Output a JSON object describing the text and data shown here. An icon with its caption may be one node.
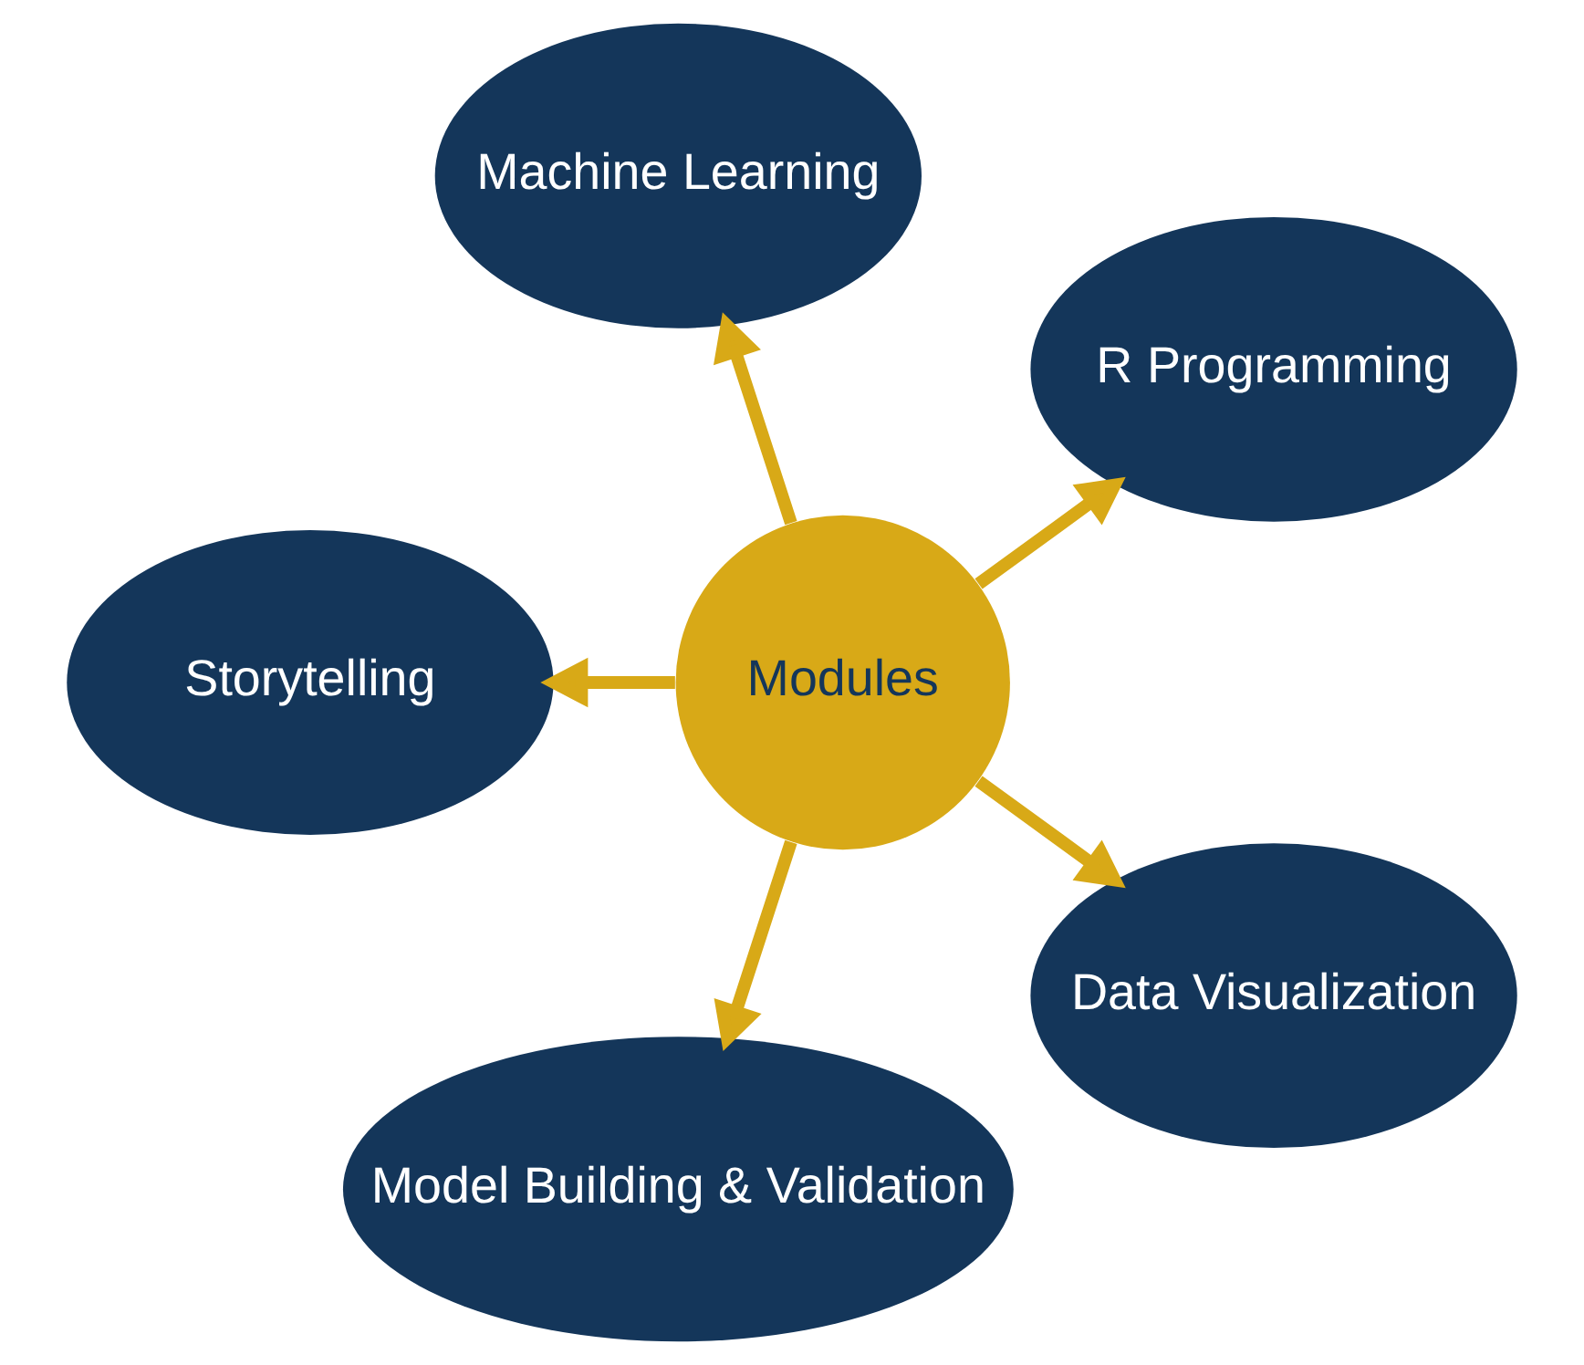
{
  "diagram": {
    "nodes": [
      {
        "text": [
          "Modules"
        ]
      },
      {
        "text": [
          "R Programming"
        ]
      },
      {
        "text": [
          "Machine Learning"
        ]
      },
      {
        "text": [
          "Storytelling"
        ]
      },
      {
        "text": [
          "Model Building & Validation"
        ]
      },
      {
        "text": [
          "Data Visualization"
        ]
      }
    ],
    "edges": [
      {
        "from": 0,
        "to": 1,
        "arrow": "to"
      },
      {
        "from": 0,
        "to": 2,
        "arrow": "to"
      },
      {
        "from": 0,
        "to": 3,
        "arrow": "to"
      },
      {
        "from": 0,
        "to": 4,
        "arrow": "to"
      },
      {
        "from": 0,
        "to": 5,
        "arrow": "to"
      }
    ]
  }
}
